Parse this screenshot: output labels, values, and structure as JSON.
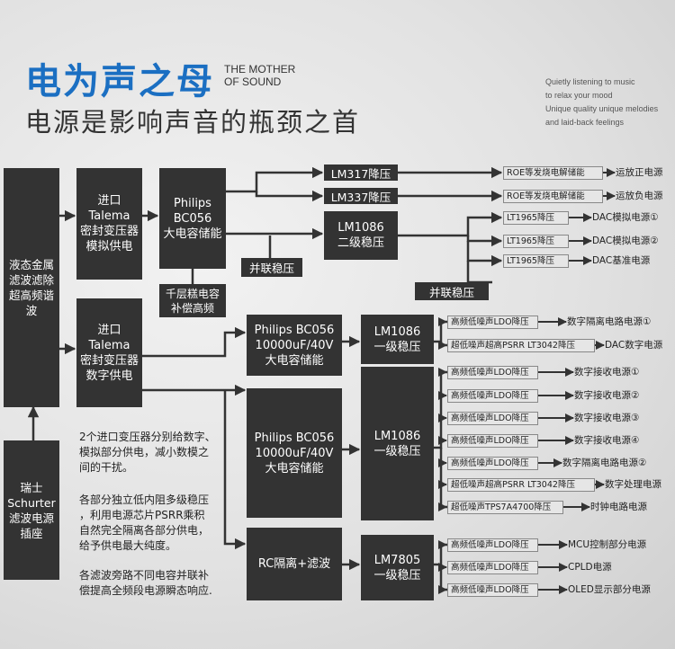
{
  "header": {
    "title": "电为声之母",
    "title_en_line1": "THE MOTHER",
    "title_en_line2": "OF SOUND",
    "subtitle": "电源是影响声音的瓶颈之首",
    "tagline": [
      "Quietly listening to music",
      "to relax your mood",
      "Unique quality unique melodies",
      "and laid-back feelings"
    ]
  },
  "blocks": {
    "filter": "液态金属\n滤波滤除\n超高频谐\n波",
    "schurter": "瑞士\nSchurter\n滤波电源\n插座",
    "talema_analog": "进口\nTalema\n密封变压器\n模拟供电",
    "talema_digital": "进口\nTalema\n密封变压器\n数字供电",
    "philips_bc056": "Philips\nBC056\n大电容储能",
    "compensation": "千层糕电容\n补偿高频",
    "parallel_1": "并联稳压",
    "parallel_2": "并联稳压",
    "lm317": "LM317降压",
    "lm337": "LM337降压",
    "lm1086_2": "LM1086\n二级稳压",
    "philips_1": "Philips BC056\n10000uF/40V\n大电容储能",
    "philips_2": "Philips BC056\n10000uF/40V\n大电容储能",
    "lm1086_1a": "LM1086\n一级稳压",
    "lm1086_1b": "LM1086\n一级稳压",
    "rc": "RC隔离+滤波",
    "lm7805": "LM7805\n一级稳压"
  },
  "rails": [
    {
      "tag": "ROE等发烧电解储能",
      "out": "运放正电源"
    },
    {
      "tag": "ROE等发烧电解储能",
      "out": "运放负电源"
    },
    {
      "tag": "LT1965降压",
      "out": "DAC模拟电源①"
    },
    {
      "tag": "LT1965降压",
      "out": "DAC模拟电源②"
    },
    {
      "tag": "LT1965降压",
      "out": "DAC基准电源"
    },
    {
      "tag": "高频低噪声LDO降压",
      "out": "数字隔离电路电源①"
    },
    {
      "tag": "超低噪声超高PSRR LT3042降压",
      "out": "DAC数字电源"
    },
    {
      "tag": "高频低噪声LDO降压",
      "out": "数字接收电源①"
    },
    {
      "tag": "高频低噪声LDO降压",
      "out": "数字接收电源②"
    },
    {
      "tag": "高频低噪声LDO降压",
      "out": "数字接收电源③"
    },
    {
      "tag": "高频低噪声LDO降压",
      "out": "数字接收电源④"
    },
    {
      "tag": "高频低噪声LDO降压",
      "out": "数字隔离电路电源②"
    },
    {
      "tag": "超低噪声超高PSRR LT3042降压",
      "out": "数字处理电源"
    },
    {
      "tag": "超低噪声TPS7A4700降压",
      "out": "时钟电路电源"
    },
    {
      "tag": "高频低噪声LDO降压",
      "out": "MCU控制部分电源"
    },
    {
      "tag": "高频低噪声LDO降压",
      "out": "CPLD电源"
    },
    {
      "tag": "高频低噪声LDO降压",
      "out": "OLED显示部分电源"
    }
  ],
  "notes": {
    "p1": "2个进口变压器分别给数字、\n模拟部分供电，减小数模之\n间的干扰。",
    "p2": "各部分独立低内阻多级稳压\n，利用电源芯片PSRR乘积\n自然完全隔离各部分供电，\n给予供电最大纯度。",
    "p3": "各滤波旁路不同电容并联补\n偿提高全频段电源瞬态响应."
  },
  "colors": {
    "title": "#1b6fc2",
    "block": "#333333",
    "wire": "#333333"
  }
}
